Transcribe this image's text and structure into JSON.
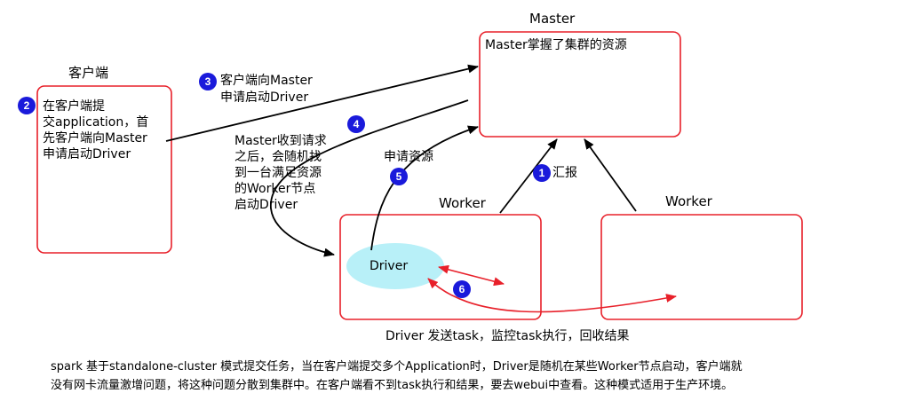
{
  "client": {
    "title": "客户端",
    "text_lines": [
      "在客户端提",
      "交application，首",
      "先客户端向Master",
      "申请启动Driver"
    ]
  },
  "master": {
    "title": "Master",
    "text": "Master掌握了集群的资源"
  },
  "worker_left": {
    "title": "Worker"
  },
  "worker_right": {
    "title": "Worker"
  },
  "driver": {
    "label": "Driver"
  },
  "steps": [
    {
      "num": "1",
      "text": "汇报"
    },
    {
      "num": "2",
      "text": ""
    },
    {
      "num": "3",
      "text_lines": [
        "客户端向Master",
        "申请启动Driver"
      ]
    },
    {
      "num": "4",
      "text_lines": [
        "Master收到请求",
        "之后，会随机找",
        "到一台满足资源",
        "的Worker节点",
        "启动Driver"
      ]
    },
    {
      "num": "5",
      "text": "申请资源"
    },
    {
      "num": "6",
      "text": ""
    }
  ],
  "driver_caption": "Driver 发送task，监控task执行，回收结果",
  "footer": {
    "lines": [
      "spark 基于standalone-cluster 模式提交任务，当在客户端提交多个Application时，Driver是随机在某些Worker节点启动，客户端就",
      "没有网卡流量激增问题，将这种问题分散到集群中。在客户端看不到task执行和结果，要去webui中查看。这种模式适用于生产环境。"
    ]
  },
  "colors": {
    "box_border": "#e8202a",
    "badge": "#1a1adb",
    "driver_fill": "#b8f0f8",
    "arrow_black": "#000000",
    "arrow_red": "#e8202a"
  }
}
